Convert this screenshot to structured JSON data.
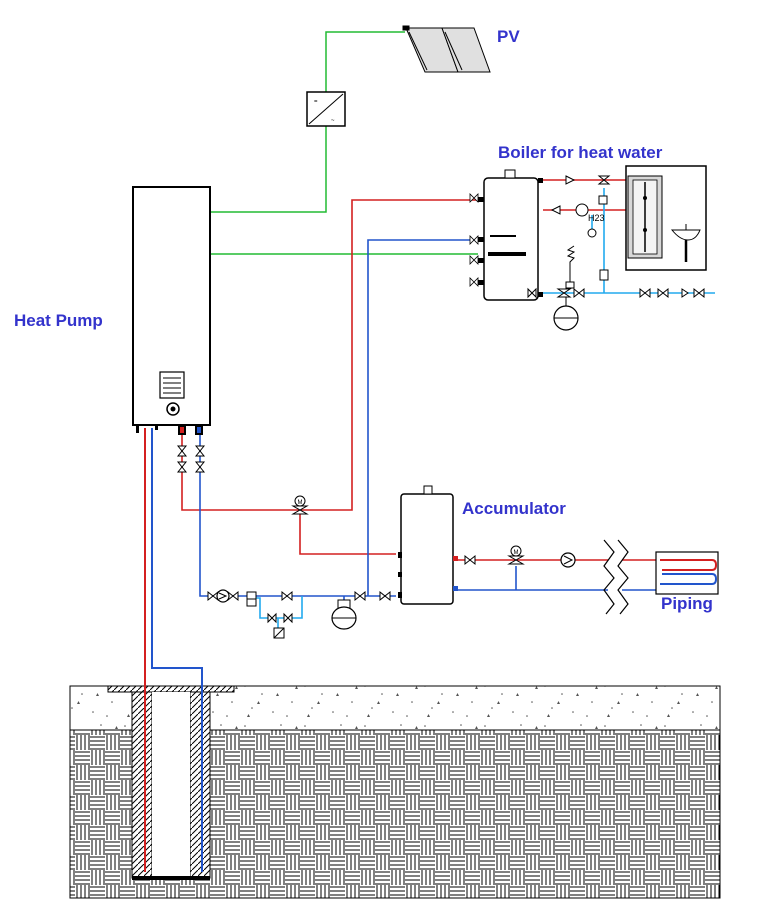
{
  "labels": {
    "pv": "PV",
    "boiler": "Boiler for heat water",
    "heat_pump": "Heat Pump",
    "accumulator": "Accumulator",
    "piping": "Piping",
    "valve_tag": "H23"
  },
  "colors": {
    "label": "#3333cc",
    "flow": "#d42020",
    "return": "#2255cc",
    "cold_water": "#22aaee",
    "electric": "#22bb33",
    "outline": "#000000"
  }
}
